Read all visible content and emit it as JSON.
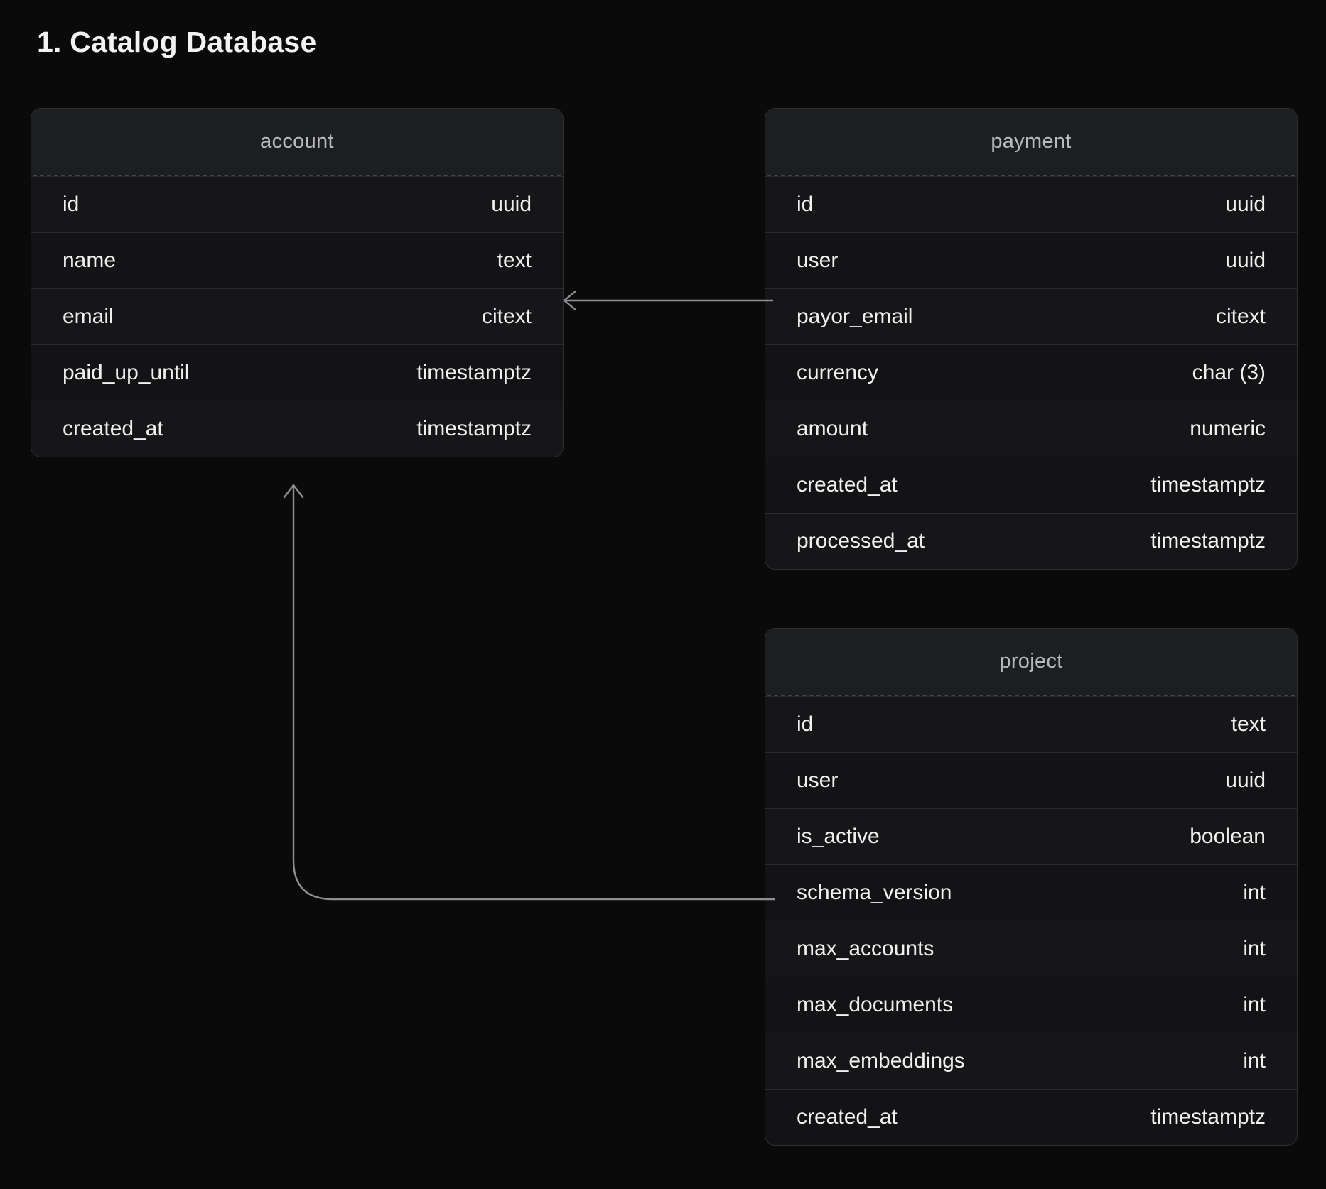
{
  "page": {
    "title": "1. Catalog Database",
    "background_color": "#0a0a0a",
    "table_fill_color": "#161618",
    "table_border_color": "#2e2f32",
    "text_color": "#f0f0f1",
    "header_text_color": "#b9babd",
    "connector_color": "#8e8f93"
  },
  "tables": [
    {
      "name": "account",
      "fields": [
        {
          "name": "id",
          "type": "uuid"
        },
        {
          "name": "name",
          "type": "text"
        },
        {
          "name": "email",
          "type": "citext"
        },
        {
          "name": "paid_up_until",
          "type": "timestamptz"
        },
        {
          "name": "created_at",
          "type": "timestamptz"
        }
      ]
    },
    {
      "name": "payment",
      "fields": [
        {
          "name": "id",
          "type": "uuid"
        },
        {
          "name": "user",
          "type": "uuid"
        },
        {
          "name": "payor_email",
          "type": "citext"
        },
        {
          "name": "currency",
          "type": "char (3)"
        },
        {
          "name": "amount",
          "type": "numeric"
        },
        {
          "name": "created_at",
          "type": "timestamptz"
        },
        {
          "name": "processed_at",
          "type": "timestamptz"
        }
      ]
    },
    {
      "name": "project",
      "fields": [
        {
          "name": "id",
          "type": "text"
        },
        {
          "name": "user",
          "type": "uuid"
        },
        {
          "name": "is_active",
          "type": "boolean"
        },
        {
          "name": "schema_version",
          "type": "int"
        },
        {
          "name": "max_accounts",
          "type": "int"
        },
        {
          "name": "max_documents",
          "type": "int"
        },
        {
          "name": "max_embeddings",
          "type": "int"
        },
        {
          "name": "created_at",
          "type": "timestamptz"
        }
      ]
    }
  ],
  "relationships": [
    {
      "from": "payment",
      "to": "account",
      "style": "straight-arrow"
    },
    {
      "from": "project",
      "to": "account",
      "style": "elbow-arrow"
    }
  ]
}
